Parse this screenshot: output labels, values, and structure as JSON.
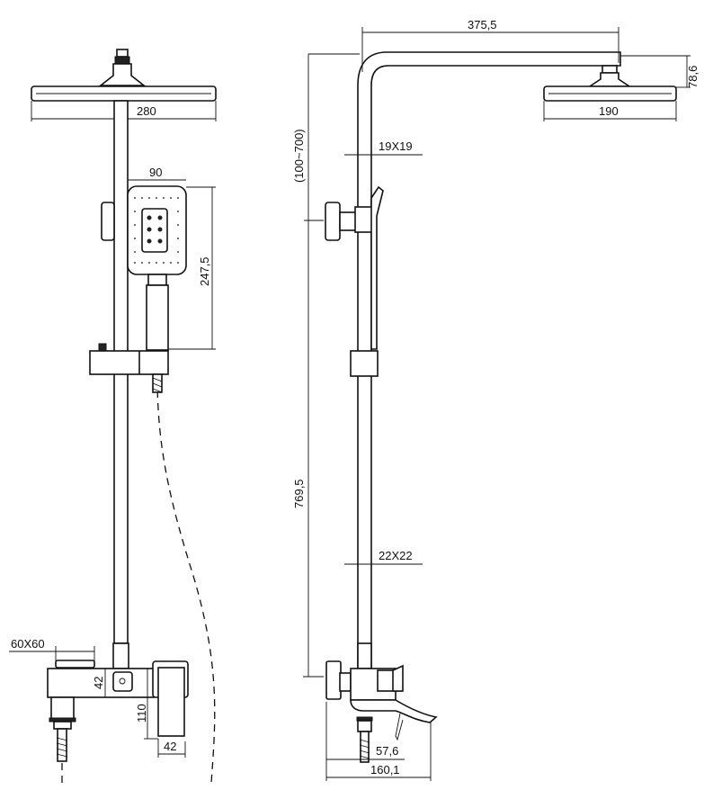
{
  "front_view": {
    "head_width": "280",
    "handshower_width": "90",
    "handshower_height": "247,5",
    "valve_square": "60X60",
    "valve_body_height": "42",
    "handle_height": "110",
    "handle_width": "42"
  },
  "side_view": {
    "arm_length": "375,5",
    "head_height": "78,6",
    "head_width": "190",
    "adjust_range": "(100~700)",
    "upper_tube": "19X19",
    "lower_tube": "22X22",
    "total_height": "769,5",
    "inlet_offset": "57,6",
    "spout_projection": "160,1"
  }
}
